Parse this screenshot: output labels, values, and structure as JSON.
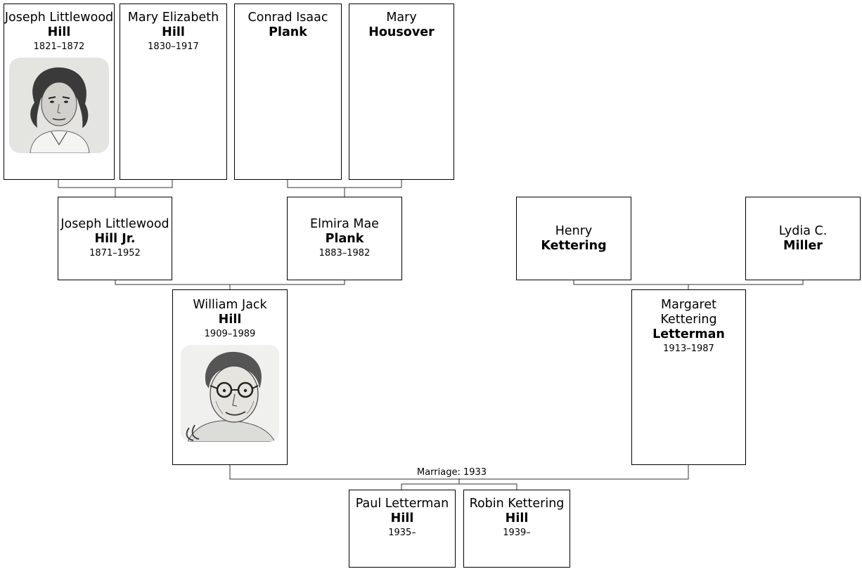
{
  "tree": {
    "great_grandparents": [
      {
        "given": "Joseph Littlewood",
        "surname": "Hill",
        "dates": "1821–1872",
        "portrait": "portrait-sketch"
      },
      {
        "given": "Mary Elizabeth",
        "surname": "Hill",
        "dates": "1830–1917"
      },
      {
        "given": "Conrad Isaac",
        "surname": "Plank"
      },
      {
        "given": "Mary",
        "surname": "Housover"
      }
    ],
    "grandparents": [
      {
        "given": "Joseph Littlewood",
        "surname": "Hill Jr.",
        "dates": "1871–1952"
      },
      {
        "given": "Elmira Mae",
        "surname": "Plank",
        "dates": "1883–1982"
      },
      {
        "given": "Henry",
        "surname": "Kettering"
      },
      {
        "given": "Lydia C.",
        "surname": "Miller"
      }
    ],
    "parents": [
      {
        "given": "William Jack",
        "surname": "Hill",
        "dates": "1909–1989",
        "portrait": "portrait-sketch"
      },
      {
        "given": "Margaret Kettering",
        "surname": "Letterman",
        "dates": "1913–1987"
      }
    ],
    "marriage": {
      "label": "Marriage: 1933"
    },
    "children": [
      {
        "given": "Paul Letterman",
        "surname": "Hill",
        "dates": "1935–"
      },
      {
        "given": "Robin Kettering",
        "surname": "Hill",
        "dates": "1939–"
      }
    ]
  }
}
